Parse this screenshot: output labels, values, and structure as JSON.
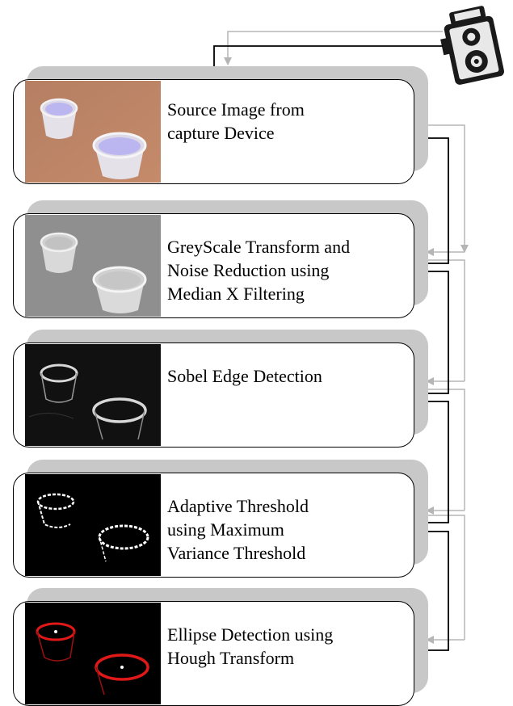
{
  "steps": [
    {
      "label": "Source Image from\ncapture Device",
      "image": "photo-of-two-cups"
    },
    {
      "label": "GreyScale Transform and\nNoise Reduction using\nMedian X Filtering",
      "image": "greyscale-photo-of-two-cups"
    },
    {
      "label": "Sobel Edge Detection",
      "image": "edge-map-of-two-cups"
    },
    {
      "label": "Adaptive Threshold\nusing Maximum\nVariance Threshold",
      "image": "binary-threshold-of-two-cups"
    },
    {
      "label": "Ellipse Detection using\nHough Transform",
      "image": "red-ellipses-with-center-dots"
    }
  ],
  "icons": {
    "camera": "camera-icon"
  },
  "colors": {
    "shadow": "#c8c8c8",
    "arrow_black": "#000000",
    "arrow_grey": "#b5b5b5",
    "ellipse_red": "#e01818"
  }
}
